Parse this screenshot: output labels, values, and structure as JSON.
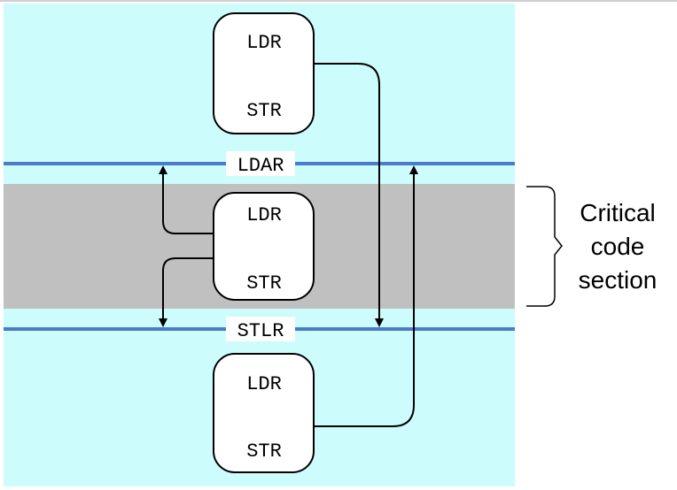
{
  "colors": {
    "background_region": "#ccfcfc",
    "critical_band": "#c0c0c0",
    "barrier_line": "#4a7cc9",
    "box_fill": "#ffffff",
    "stroke": "#000000"
  },
  "barriers": {
    "acquire_label": "LDAR",
    "release_label": "STLR"
  },
  "boxes": {
    "top": {
      "load_label": "LDR",
      "store_label": "STR"
    },
    "middle": {
      "load_label": "LDR",
      "store_label": "STR"
    },
    "bottom": {
      "load_label": "LDR",
      "store_label": "STR"
    }
  },
  "brace_label": {
    "line1": "Critical",
    "line2": "code",
    "line3": "section"
  }
}
